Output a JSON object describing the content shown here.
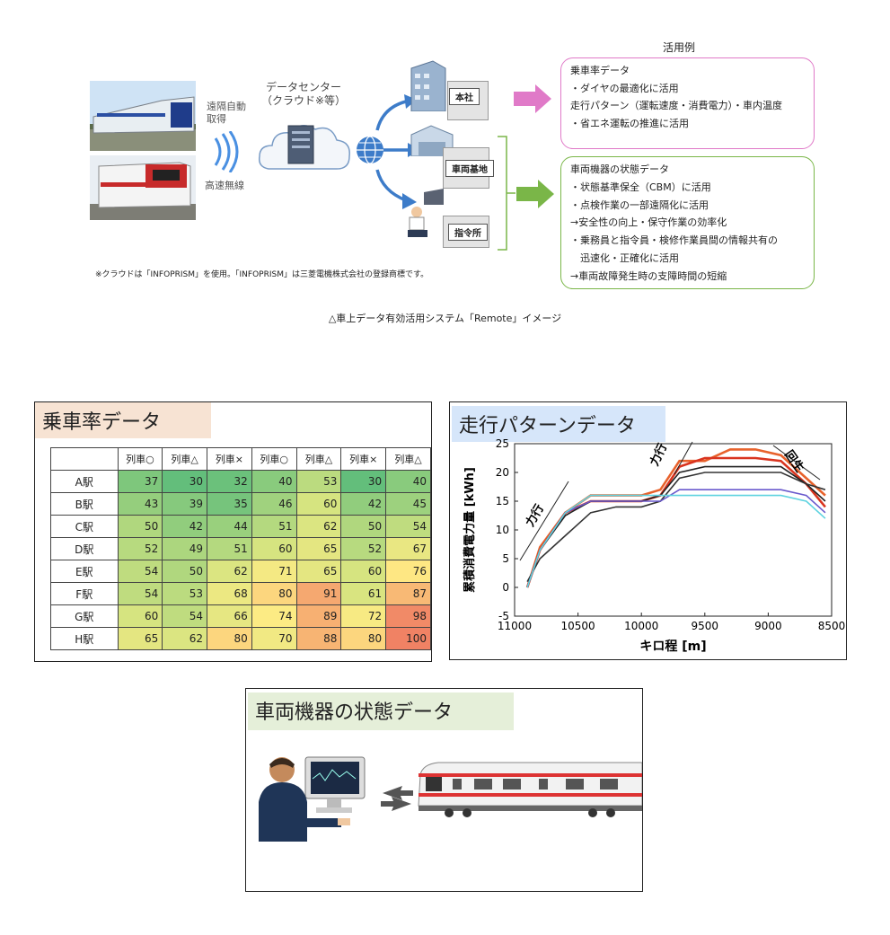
{
  "top": {
    "usage_title": "活用例",
    "remote_label": [
      "遠隔自動",
      "取得"
    ],
    "wireless_label": "高速無線",
    "datacenter_label": [
      "データセンター",
      "（クラウド※等）"
    ],
    "honsha": "本社",
    "depot": "車両基地",
    "dispatch": "指令所",
    "footnote": "※クラウドは「INFOPRISM」を使用。「INFOPRISM」は三菱電機株式会社の登録商標です。",
    "caption": "△車上データ有効活用システム「Remote」イメージ",
    "box_pink": [
      "乗車率データ",
      "・ダイヤの最適化に活用",
      "",
      "走行パターン（運転速度・消費電力）・車内温度",
      "・省エネ運転の推進に活用"
    ],
    "box_green": [
      "車両機器の状態データ",
      "・状態基準保全（CBM）に活用",
      "・点検作業の一部遠隔化に活用",
      "→安全性の向上・保守作業の効率化",
      "・乗務員と指令員・検修作業員間の情報共有の",
      "　迅速化・正確化に活用",
      "→車両故障発生時の支障時間の短縮"
    ],
    "colors": {
      "pink": "#e07ac8",
      "green": "#7ab648",
      "arrow_blue": "#3d7cc9"
    }
  },
  "occupancy": {
    "title": "乗車率データ",
    "columns": [
      "列車○",
      "列車△",
      "列車×",
      "列車○",
      "列車△",
      "列車×",
      "列車△"
    ],
    "rows": [
      {
        "station": "A駅",
        "values": [
          37,
          30,
          32,
          40,
          53,
          30,
          40
        ]
      },
      {
        "station": "B駅",
        "values": [
          43,
          39,
          35,
          46,
          60,
          42,
          45
        ]
      },
      {
        "station": "C駅",
        "values": [
          50,
          42,
          44,
          51,
          62,
          50,
          54
        ]
      },
      {
        "station": "D駅",
        "values": [
          52,
          49,
          51,
          60,
          65,
          52,
          67
        ]
      },
      {
        "station": "E駅",
        "values": [
          54,
          50,
          62,
          71,
          65,
          60,
          76
        ]
      },
      {
        "station": "F駅",
        "values": [
          54,
          53,
          68,
          80,
          91,
          61,
          87
        ]
      },
      {
        "station": "G駅",
        "values": [
          60,
          54,
          66,
          74,
          89,
          72,
          98
        ]
      },
      {
        "station": "H駅",
        "values": [
          65,
          62,
          80,
          70,
          88,
          80,
          100
        ]
      }
    ]
  },
  "chart_data": {
    "type": "line",
    "title": "走行パターンデータ",
    "xlabel": "キロ程 [m]",
    "ylabel": "累積消費電力量 [kWh]",
    "xlim": [
      11000,
      8500
    ],
    "ylim": [
      -5,
      25
    ],
    "x_ticks": [
      11000,
      10500,
      10000,
      9500,
      9000,
      8500
    ],
    "y_ticks": [
      -5,
      0,
      5,
      10,
      15,
      20,
      25
    ],
    "annotations": [
      "力行",
      "力行",
      "回生"
    ],
    "series": [
      {
        "x": [
          10900,
          10800,
          10600,
          10400,
          10200,
          10000,
          9850,
          9700,
          9500,
          9300,
          9100,
          8900,
          8700,
          8550
        ],
        "y": [
          0,
          7,
          13,
          16,
          16,
          16,
          17,
          22,
          22,
          24,
          24,
          23,
          19,
          16
        ],
        "color": "#e8622c"
      },
      {
        "x": [
          10900,
          10800,
          10600,
          10400,
          10200,
          10000,
          9850,
          9700,
          9500,
          9300,
          9100,
          8900,
          8700,
          8550
        ],
        "y": [
          0,
          6.5,
          13,
          15,
          15,
          15,
          16,
          21,
          22.5,
          22.5,
          22.5,
          22,
          18,
          14
        ],
        "color": "#d9341f"
      },
      {
        "x": [
          10900,
          10800,
          10600,
          10400,
          10200,
          10000,
          9850,
          9700,
          9500,
          9300,
          9100,
          8900,
          8700,
          8550
        ],
        "y": [
          0,
          6.5,
          12.5,
          15,
          15,
          15,
          16,
          20,
          21,
          21,
          21,
          21,
          18,
          15
        ],
        "color": "#222222"
      },
      {
        "x": [
          10900,
          10800,
          10600,
          10400,
          10200,
          10000,
          9850,
          9700,
          9500,
          9300,
          9100,
          8900,
          8700,
          8550
        ],
        "y": [
          1,
          5,
          9,
          13,
          14,
          14,
          15,
          19,
          20,
          20,
          20,
          20,
          18,
          17
        ],
        "color": "#333333"
      },
      {
        "x": [
          10900,
          10800,
          10600,
          10400,
          10200,
          10000,
          9850,
          9700,
          9500,
          9300,
          9100,
          8900,
          8700,
          8550
        ],
        "y": [
          0,
          6.5,
          13,
          15,
          15,
          15,
          15,
          17,
          17,
          17,
          17,
          17,
          16,
          13
        ],
        "color": "#6a5acd"
      },
      {
        "x": [
          10900,
          10800,
          10600,
          10400,
          10200,
          10000,
          9850,
          9700,
          9500,
          9300,
          9100,
          8900,
          8700,
          8550
        ],
        "y": [
          0,
          6.5,
          13,
          16,
          16,
          16,
          16,
          16,
          16,
          16,
          16,
          16,
          15,
          12
        ],
        "color": "#5fd3e0"
      }
    ]
  },
  "device": {
    "title": "車両機器の状態データ"
  }
}
